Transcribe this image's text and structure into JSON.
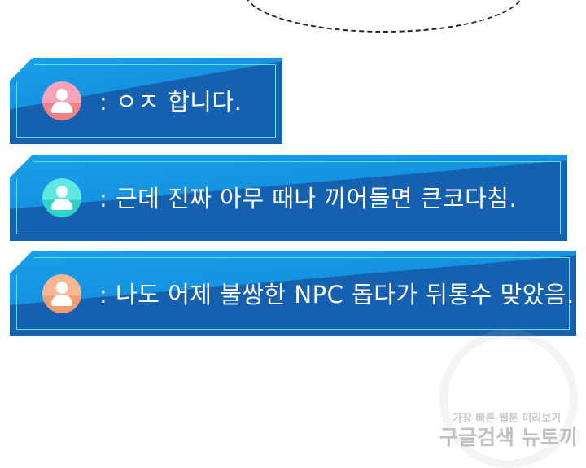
{
  "messages": [
    {
      "text": ": ㅇㅈ 합니다.",
      "avatar_color": "#f58a9a"
    },
    {
      "text": ": 근데 진짜 아무 때나 끼어들면 큰코다침.",
      "avatar_color": "#3fd9d0"
    },
    {
      "text": ": 나도 어제 불쌍한 NPC 돕다가 뒤통수 맞았음.",
      "avatar_color": "#f7a47a"
    }
  ],
  "watermark": {
    "line1": "가장 빠른 웹툰 미리보기",
    "line2": "구글검색 뉴토끼"
  }
}
